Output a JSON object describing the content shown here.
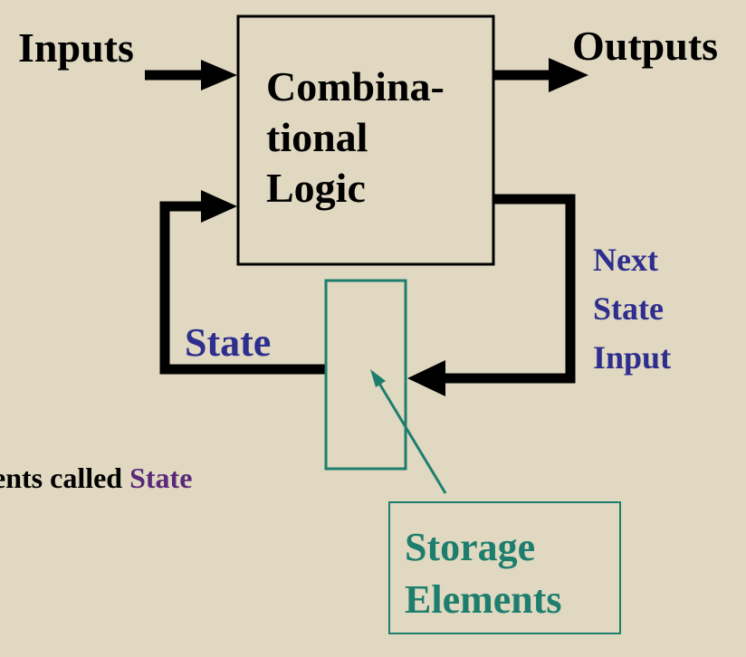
{
  "inputs_label": "Inputs",
  "outputs_label": "Outputs",
  "logic_block": {
    "lines": [
      "Combina-",
      "tional",
      "Logic"
    ]
  },
  "state_label": "State",
  "next_state_label": {
    "lines": [
      "Next",
      "State",
      "Input"
    ]
  },
  "caption": {
    "text": "ents called ",
    "accent": "State"
  },
  "storage_label": {
    "lines": [
      "Storage",
      "Elements"
    ]
  },
  "colors": {
    "background": "#e0d8c0",
    "lines": "#000000",
    "state_blue": "#2e2e8e",
    "storage_teal": "#1e7e6e",
    "caption_accent": "#5a2a7a"
  }
}
